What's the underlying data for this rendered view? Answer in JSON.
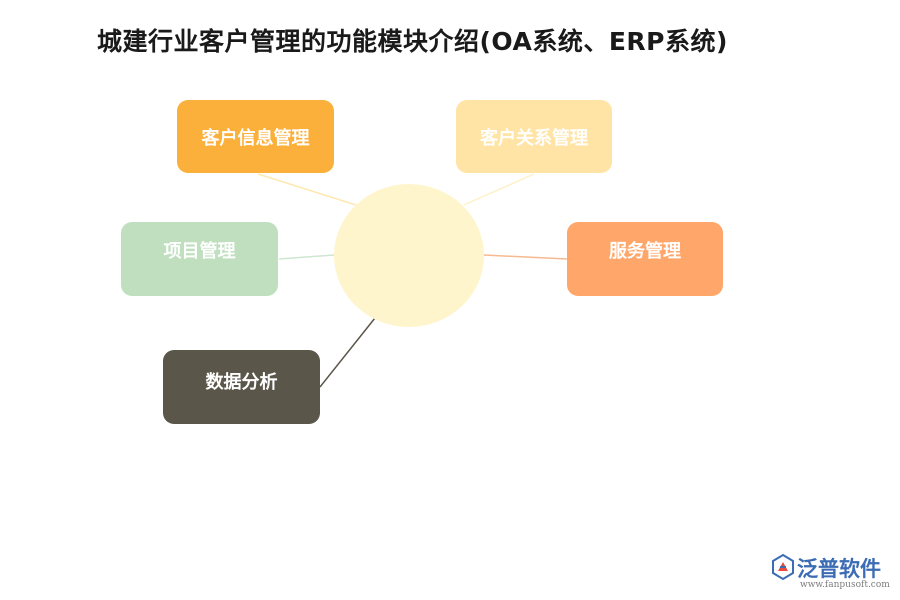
{
  "title": "城建行业客户管理的功能模块介绍(OA系统、ERP系统)",
  "hub": {
    "label": ""
  },
  "nodes": {
    "customer_info": {
      "label": "客户信息管理",
      "color": "#fbb03b"
    },
    "customer_relation": {
      "label": "客户关系管理",
      "color": "#ffe4a6"
    },
    "project": {
      "label": "项目管理",
      "color": "#bfdfbf"
    },
    "service": {
      "label": "服务管理",
      "color": "#ffa66a"
    },
    "data_analysis": {
      "label": "数据分析",
      "color": "#5a564a"
    }
  },
  "logo": {
    "brand": "泛普软件",
    "url": "www.fanpusoft.com"
  }
}
